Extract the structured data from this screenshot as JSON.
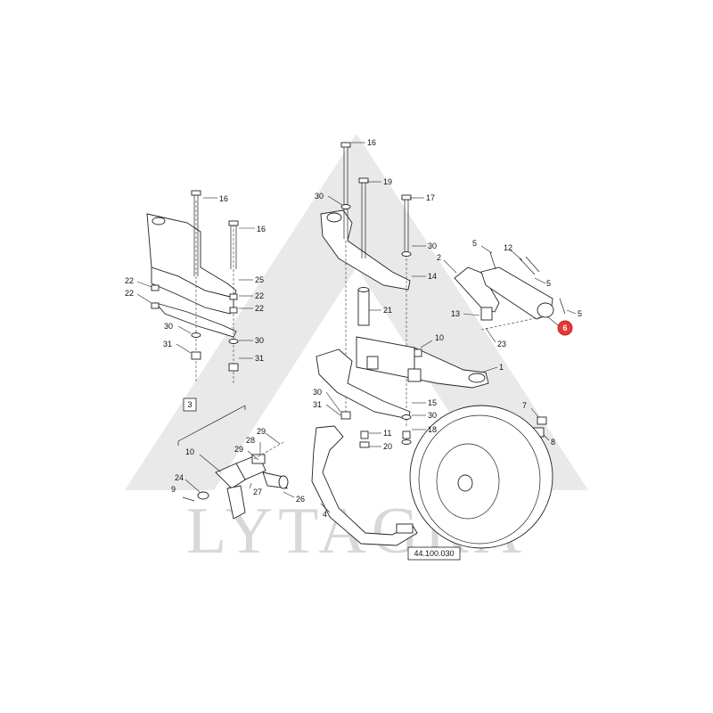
{
  "watermark": {
    "text": "LYTAGRA"
  },
  "reference_box": {
    "text": "44.100.030"
  },
  "group_box": {
    "text": "3"
  },
  "highlight": {
    "label": "6",
    "color": "#e53935"
  },
  "callouts": [
    {
      "id": "c16a",
      "text": "16"
    },
    {
      "id": "c16b",
      "text": "16"
    },
    {
      "id": "c16c",
      "text": "16"
    },
    {
      "id": "c30a",
      "text": "30"
    },
    {
      "id": "c19",
      "text": "19"
    },
    {
      "id": "c17",
      "text": "17"
    },
    {
      "id": "c30b",
      "text": "30"
    },
    {
      "id": "c14",
      "text": "14"
    },
    {
      "id": "c21",
      "text": "21"
    },
    {
      "id": "c10a",
      "text": "10"
    },
    {
      "id": "c1",
      "text": "1"
    },
    {
      "id": "c5a",
      "text": "5"
    },
    {
      "id": "c12",
      "text": "12"
    },
    {
      "id": "c2",
      "text": "2"
    },
    {
      "id": "c5b",
      "text": "5"
    },
    {
      "id": "c5c",
      "text": "5"
    },
    {
      "id": "c13",
      "text": "13"
    },
    {
      "id": "c23",
      "text": "23"
    },
    {
      "id": "c22a",
      "text": "22"
    },
    {
      "id": "c22b",
      "text": "22"
    },
    {
      "id": "c25",
      "text": "25"
    },
    {
      "id": "c22c",
      "text": "22"
    },
    {
      "id": "c22d",
      "text": "22"
    },
    {
      "id": "c30c",
      "text": "30"
    },
    {
      "id": "c31a",
      "text": "31"
    },
    {
      "id": "c30d",
      "text": "30"
    },
    {
      "id": "c31b",
      "text": "31"
    },
    {
      "id": "c30e",
      "text": "30"
    },
    {
      "id": "c31c",
      "text": "31"
    },
    {
      "id": "c15",
      "text": "15"
    },
    {
      "id": "c30f",
      "text": "30"
    },
    {
      "id": "c11",
      "text": "11"
    },
    {
      "id": "c18",
      "text": "18"
    },
    {
      "id": "c20",
      "text": "20"
    },
    {
      "id": "c7",
      "text": "7"
    },
    {
      "id": "c8",
      "text": "8"
    },
    {
      "id": "c29a",
      "text": "29"
    },
    {
      "id": "c28",
      "text": "28"
    },
    {
      "id": "c29b",
      "text": "29"
    },
    {
      "id": "c10b",
      "text": "10"
    },
    {
      "id": "c24",
      "text": "24"
    },
    {
      "id": "c9",
      "text": "9"
    },
    {
      "id": "c27",
      "text": "27"
    },
    {
      "id": "c26",
      "text": "26"
    },
    {
      "id": "c4",
      "text": "4"
    }
  ]
}
